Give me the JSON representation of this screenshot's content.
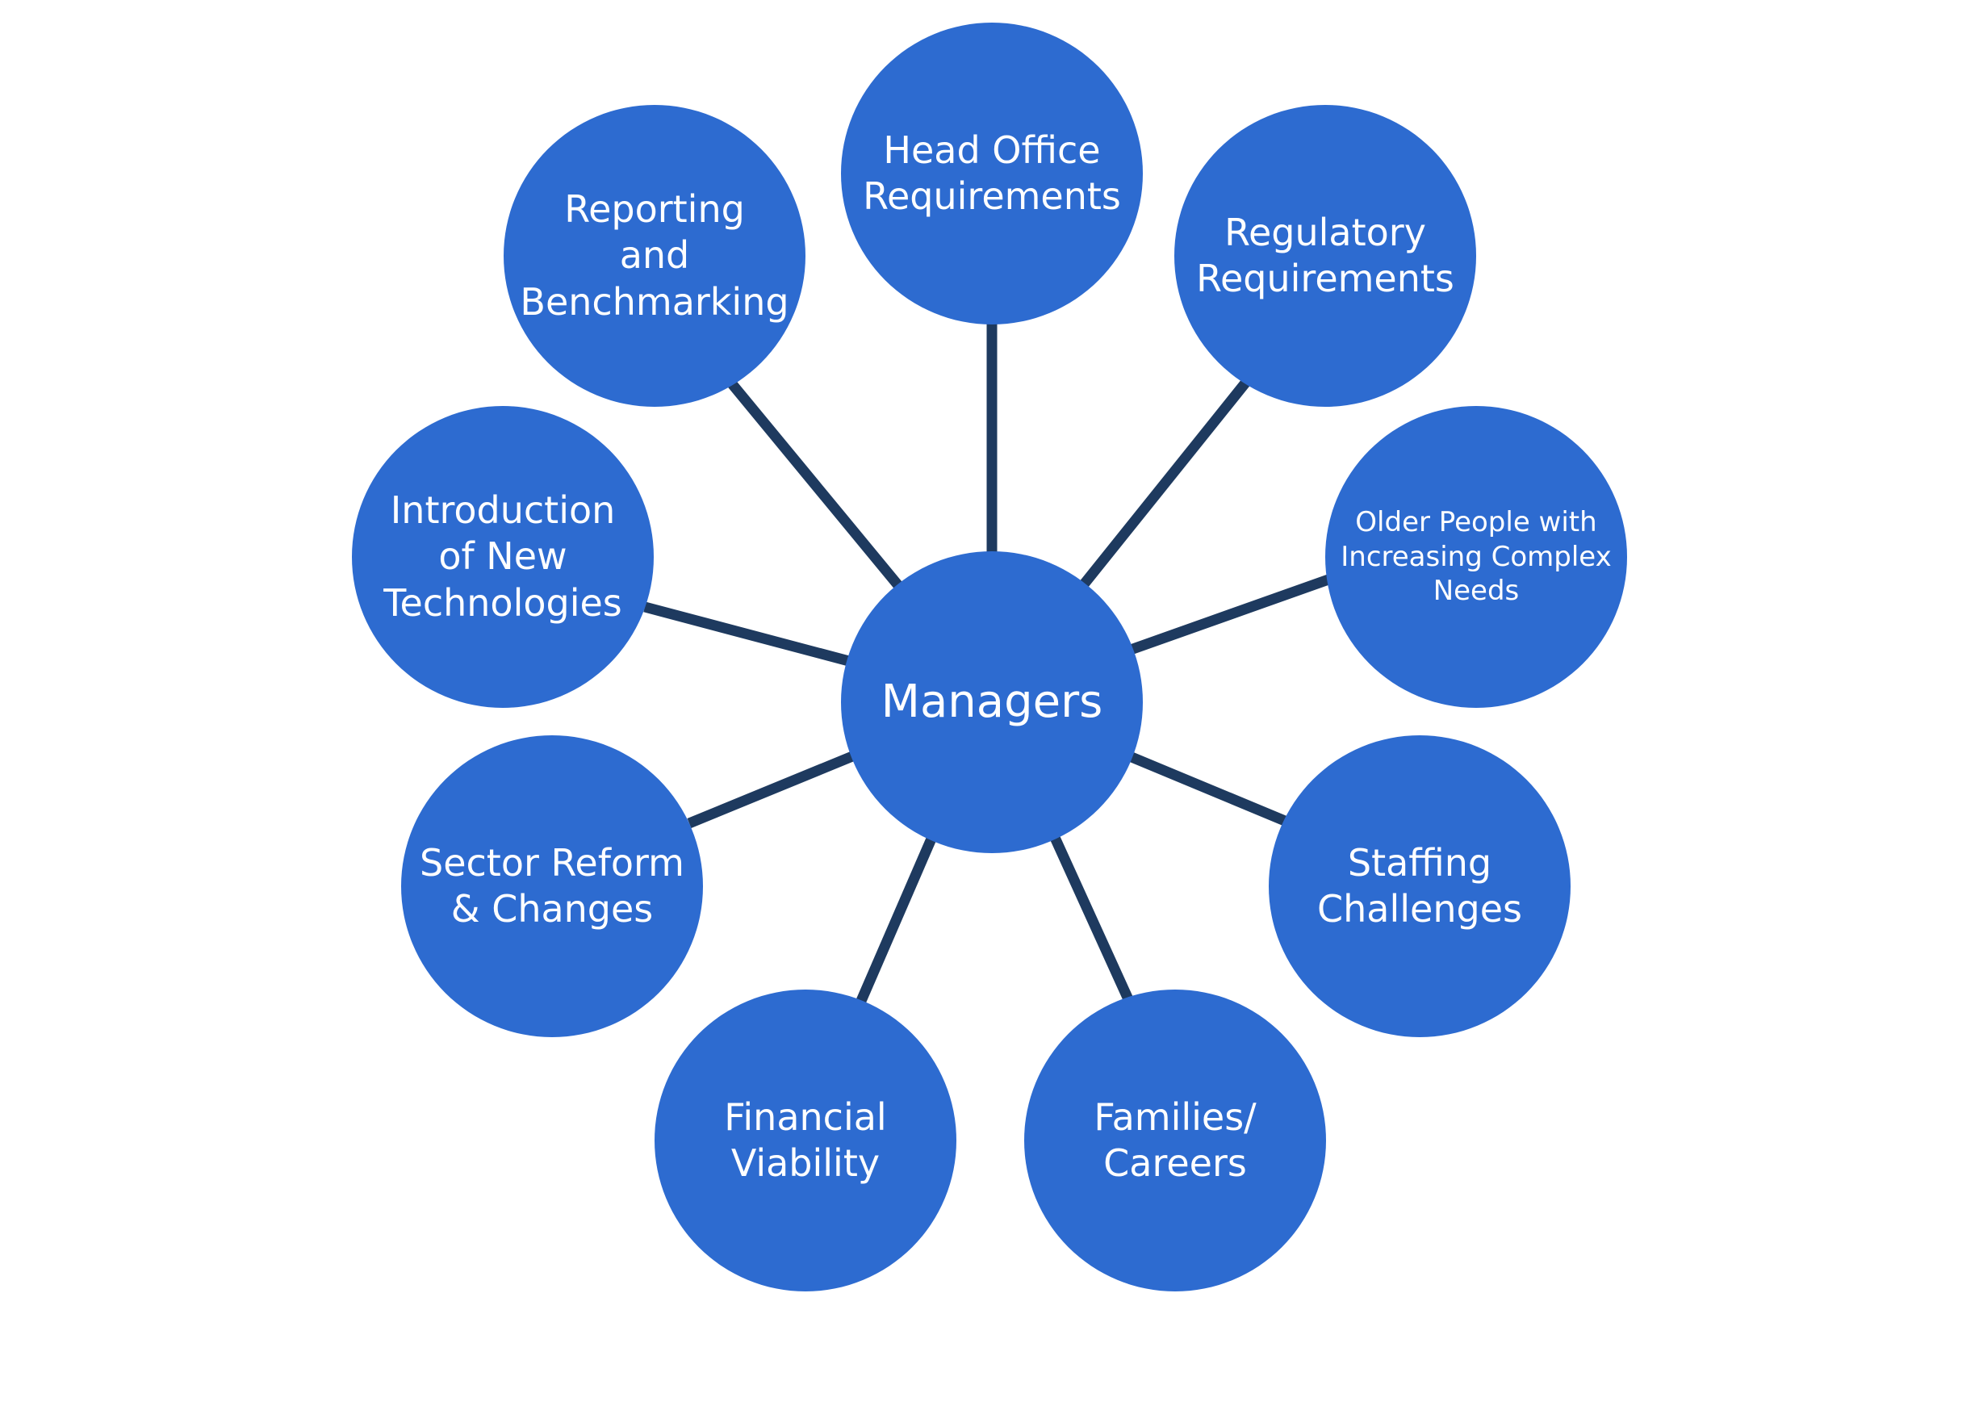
{
  "center": {
    "label": "Managers"
  },
  "nodes": [
    {
      "id": "head-office-requirements",
      "lines": [
        "Head Office",
        "Requirements"
      ]
    },
    {
      "id": "regulatory-requirements",
      "lines": [
        "Regulatory",
        "Requirements"
      ]
    },
    {
      "id": "older-people-needs",
      "lines": [
        "Older People with",
        "Increasing Complex",
        "Needs"
      ]
    },
    {
      "id": "staffing-challenges",
      "lines": [
        "Staffing",
        "Challenges"
      ]
    },
    {
      "id": "families-careers",
      "lines": [
        "Families/",
        "Careers"
      ]
    },
    {
      "id": "financial-viability",
      "lines": [
        "Financial",
        "Viability"
      ]
    },
    {
      "id": "sector-reform-changes",
      "lines": [
        "Sector Reform",
        "& Changes"
      ]
    },
    {
      "id": "introduction-new-technologies",
      "lines": [
        "Introduction",
        "of New",
        "Technologies"
      ]
    },
    {
      "id": "reporting-benchmarking",
      "lines": [
        "Reporting",
        "and",
        "Benchmarking"
      ]
    }
  ],
  "colors": {
    "node_fill": "#2d6bd0",
    "node_text": "#ffffff",
    "connector": "#1e3a5f",
    "background": "#ffffff"
  }
}
